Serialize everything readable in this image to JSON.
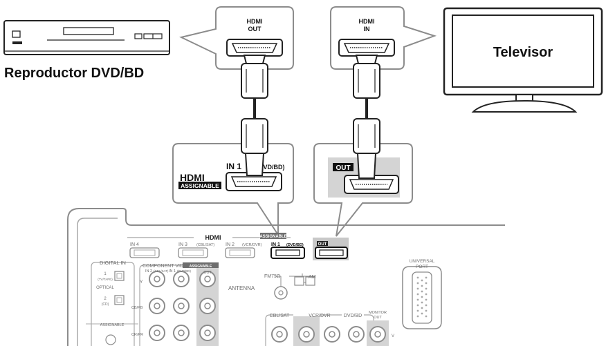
{
  "devices": {
    "player_label": "Reproductor DVD/BD",
    "tv_label": "Televisor"
  },
  "callouts": {
    "player_port_line1": "HDMI",
    "player_port_line2": "OUT",
    "tv_port_line1": "HDMI",
    "tv_port_line2": "IN",
    "in1_label": "IN 1",
    "in1_sub": "(DVD/BD)",
    "hdmi_label": "HDMI",
    "assignable_badge": "ASSIGNABLE",
    "out_badge": "OUT"
  },
  "receiver": {
    "hdmi_header": "HDMI",
    "assignable_small": "ASSIGNABLE",
    "in4": "IN 4",
    "in3": "IN 3",
    "in3_sub": "(CBL/SAT)",
    "in2": "IN 2",
    "in2_sub": "(VCR/DVR)",
    "in1": "IN 1",
    "in1_sub": "(DVD/BD)",
    "out": "OUT",
    "digital_in": "DIGITAL IN",
    "coax_1": "1",
    "coax_1_sub": "(TV/TAPE)",
    "optical": "OPTICAL",
    "opt_2": "2",
    "opt_2_sub": "(CD)",
    "assignable_left": "ASSIGNABLE",
    "component_video": "COMPONENT VIDEO",
    "assignable_cv": "ASSIGNABLE",
    "cv_in2": "IN 2",
    "cv_in2_sub": "(CBL/SAT)",
    "cv_in1": "IN 1",
    "cv_in1_sub": "(DVD/BD)",
    "cv_out": "OUT",
    "y": "Y",
    "cb": "CB/PB",
    "cr": "CR/PR",
    "fm": "FM75Ω",
    "am": "AM",
    "antenna": "ANTENNA",
    "universal": "UNIVERSAL",
    "port": "PORT",
    "cbl_sat": "CBL/SAT",
    "vcr_dvr": "VCR/DVR",
    "dvd_bd": "DVD/BD",
    "monitor": "MONITOR",
    "monitor_out": "OUT",
    "v_label": "V"
  }
}
